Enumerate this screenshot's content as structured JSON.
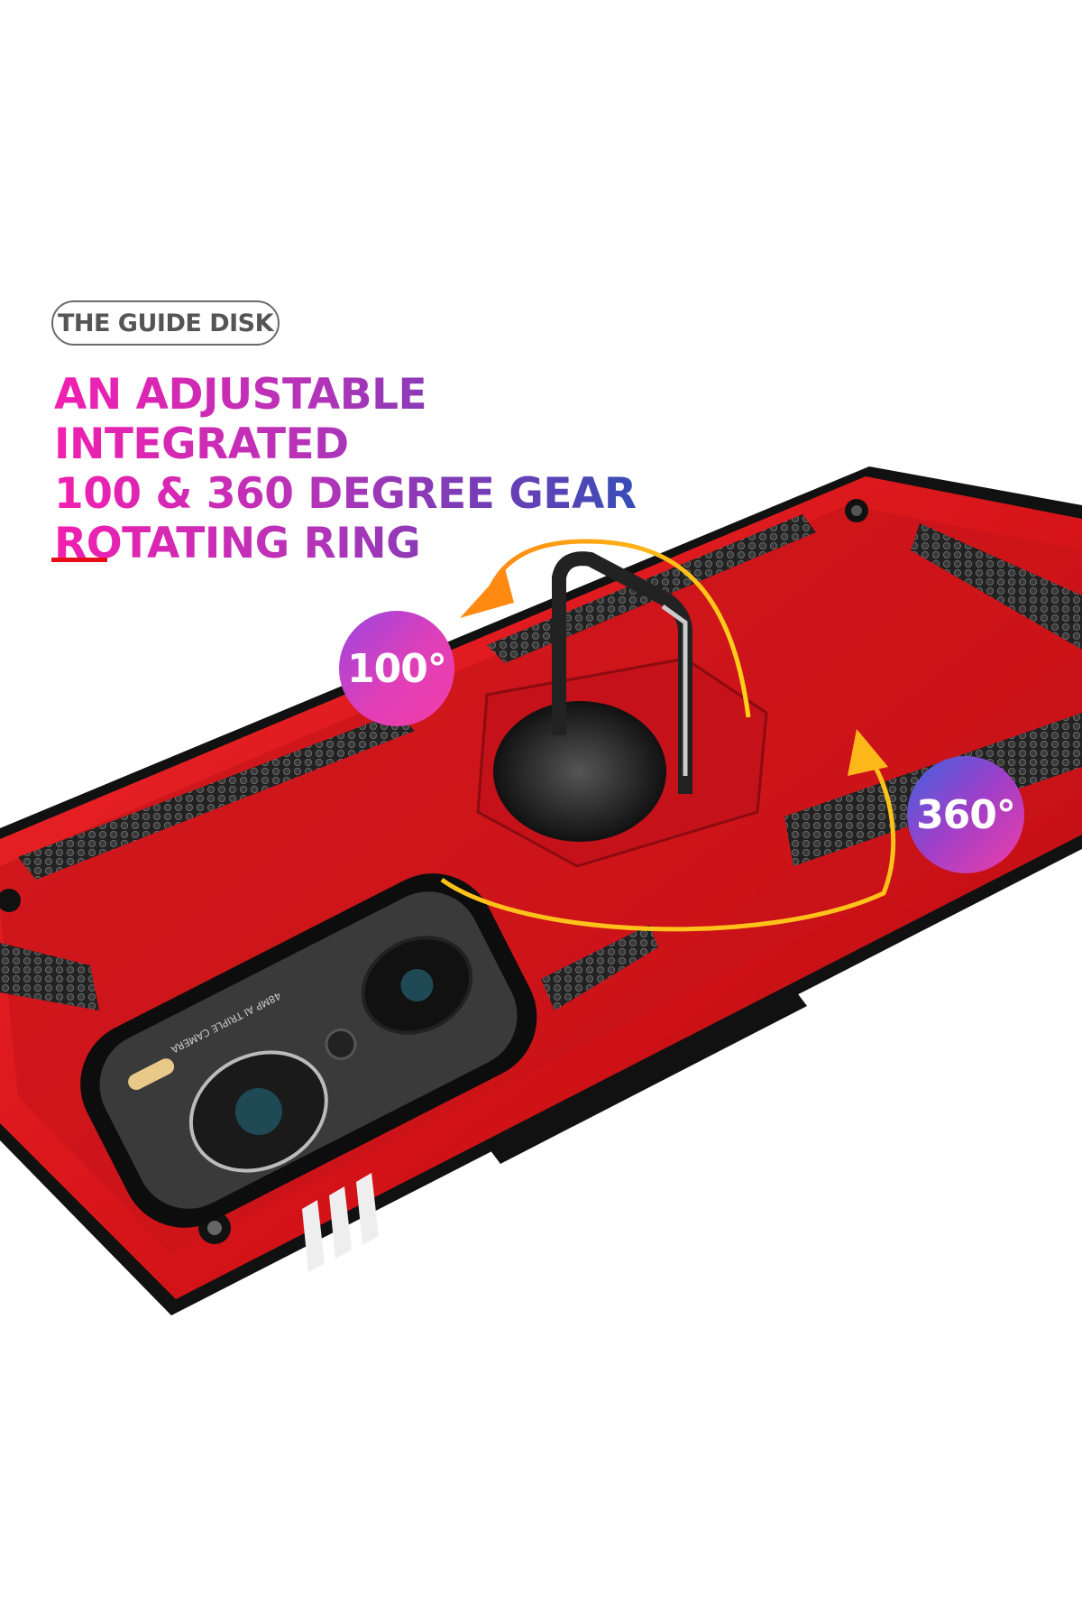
{
  "label": "THE GUIDE DISK",
  "headline": [
    "AN ADJUSTABLE INTEGRATED",
    "100 & 360 DEGREE GEAR",
    "ROTATING RING"
  ],
  "badges": {
    "left": "100°",
    "right": "360°"
  },
  "camera_text": "48MP AI TRIPLE CAMERA",
  "colors": {
    "case": "#d8141a",
    "accent_rule": "#e60d17",
    "arrow": "#ffc21a",
    "arrow_tip": "#ff8a12"
  }
}
